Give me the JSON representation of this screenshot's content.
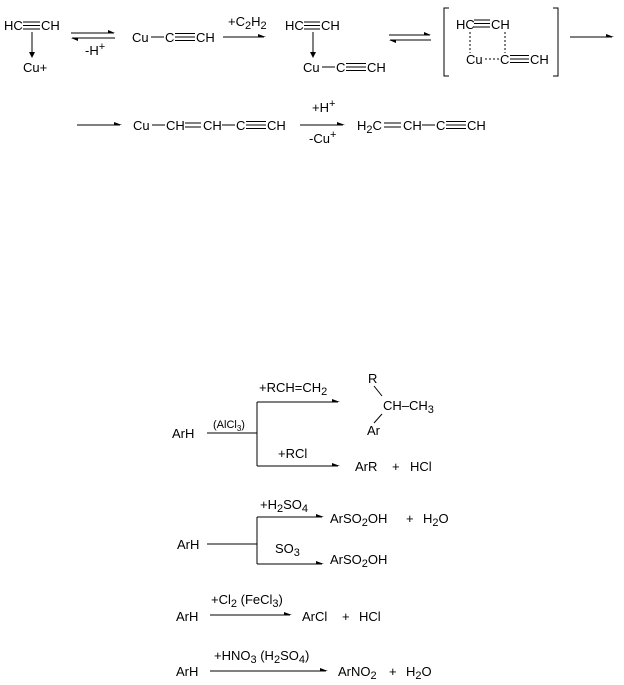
{
  "scheme1": {
    "hc_ch_1": "HC",
    "ch_1": "CH",
    "cu_plus": "Cu+",
    "minus_h": "-H",
    "minus_h_sup": "+",
    "cu_acetylide_cu": "Cu",
    "cu_acetylide_ch": "CH",
    "plus_c2h2_prefix": "+C",
    "plus_c2h2_sub1": "2",
    "plus_c2h2_h": "H",
    "plus_c2h2_sub2": "2",
    "complex_hc": "HC",
    "complex_ch": "CH",
    "complex_cu": "Cu",
    "complex_cch": "CH",
    "ts_hc": "HC",
    "ts_ch": "CH",
    "ts_cu": "Cu",
    "ts_ch2": "CH",
    "row2_cu": "Cu",
    "row2_ch1": "CH",
    "row2_ch2": "CH",
    "row2_ch3": "CH",
    "plus_h": "+H",
    "plus_h_sup": "+",
    "minus_cu": "-Cu",
    "minus_cu_sup": "+",
    "prod_h": "H",
    "prod_h_sub": "2",
    "prod_c": "C",
    "prod_ch1": "CH",
    "prod_ch2": "CH"
  },
  "scheme2": {
    "arh": "ArH",
    "catalyst_open": "(AlCl",
    "catalyst_sub": "3",
    "catalyst_close": ")",
    "alkene_reagent": "+RCH=CH",
    "alkene_sub": "2",
    "r_label": "R",
    "ch_ch3": "CH–CH",
    "ch3_sub": "3",
    "ar_label": "Ar",
    "rcl_reagent": "+RCl",
    "product_arr": "ArR",
    "plus": "+",
    "hcl": "HCl"
  },
  "scheme3": {
    "arh": "ArH",
    "h2so4_a": "+H",
    "h2so4_sub1": "2",
    "h2so4_b": "SO",
    "h2so4_sub2": "4",
    "product_a": "ArSO",
    "product_sub": "2",
    "product_b": "OH",
    "plus": "+",
    "water_h": "H",
    "water_sub": "2",
    "water_o": "O",
    "so3_a": "SO",
    "so3_sub": "3",
    "product2_a": "ArSO",
    "product2_sub": "2",
    "product2_b": "OH"
  },
  "scheme4": {
    "arh": "ArH",
    "reagent_a": "+Cl",
    "reagent_sub1": "2",
    "reagent_b": " (FeCl",
    "reagent_sub2": "3",
    "reagent_c": ")",
    "product": "ArCl",
    "plus": "+",
    "hcl": "HCl"
  },
  "scheme5": {
    "arh": "ArH",
    "reagent_a": "+HNO",
    "reagent_sub1": "3",
    "reagent_b": " (H",
    "reagent_sub2": "2",
    "reagent_c": "SO",
    "reagent_sub3": "4",
    "reagent_d": ")",
    "product_a": "ArNO",
    "product_sub": "2",
    "plus": "+",
    "water_h": "H",
    "water_sub": "2",
    "water_o": "O"
  }
}
